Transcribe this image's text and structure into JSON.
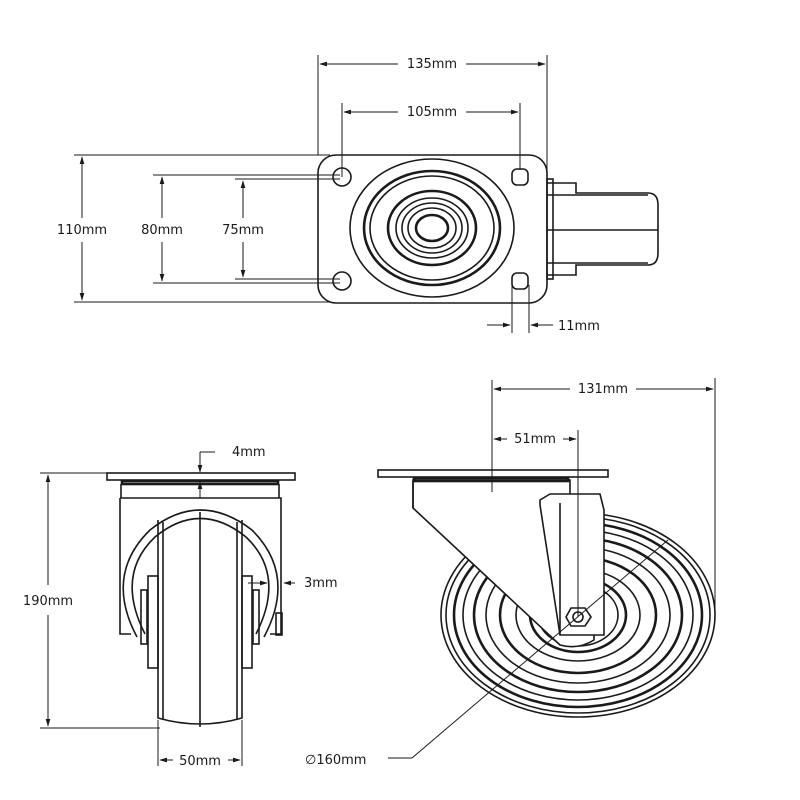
{
  "title": "Swivel castor dimensional drawing",
  "colors": {
    "line": "#1a1a1a",
    "background": "#ffffff"
  },
  "views": {
    "top": {
      "plate_width": "135mm",
      "hole_spacing_x": "105mm",
      "plate_length": "110mm",
      "slot_spacing_outer": "80mm",
      "slot_spacing_inner": "75mm",
      "slot_width": "11mm"
    },
    "front": {
      "plate_thickness": "4mm",
      "overall_height": "190mm",
      "fork_thickness": "3mm",
      "wheel_width": "50mm"
    },
    "side": {
      "swivel_radius": "131mm",
      "offset": "51mm",
      "wheel_diameter": "∅160mm"
    }
  }
}
